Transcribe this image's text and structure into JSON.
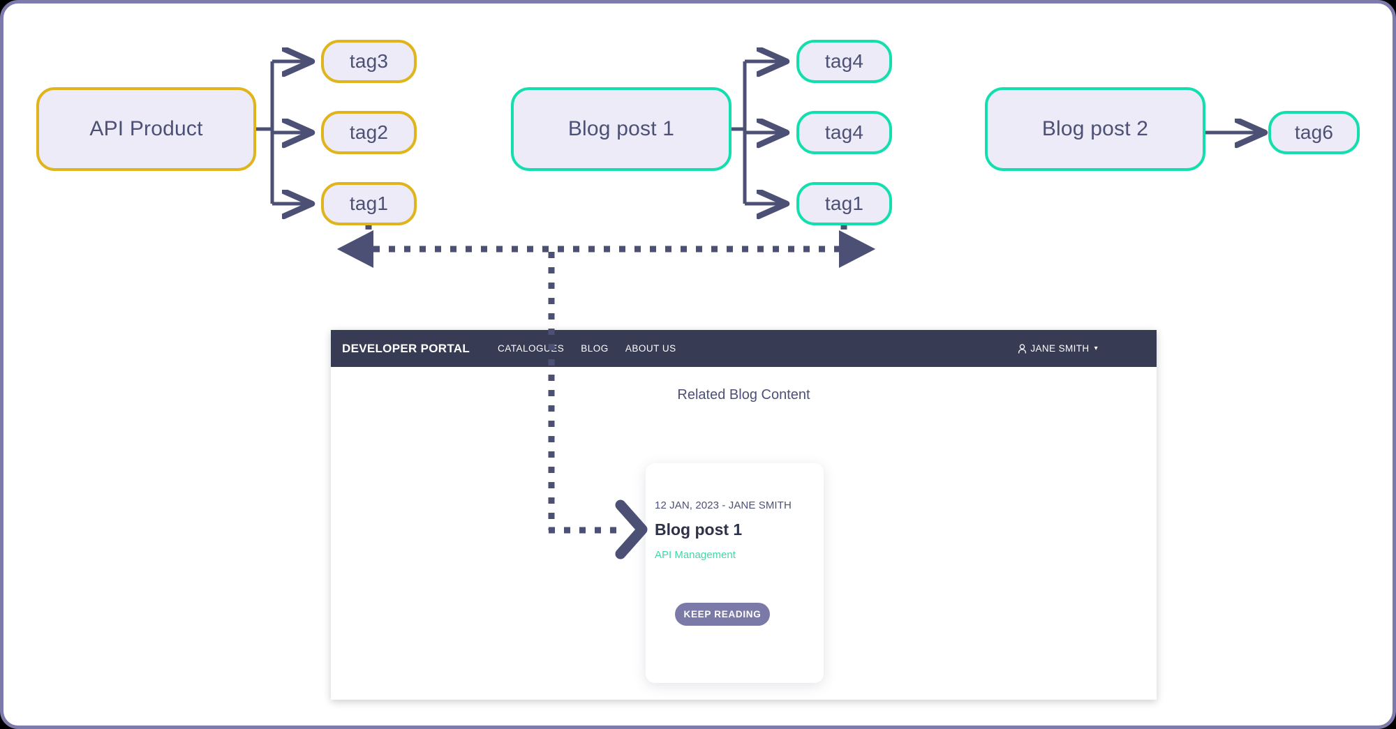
{
  "frame": {
    "accent_border": "#7d7bab",
    "background": "#ffffff"
  },
  "diagram": {
    "palette": {
      "yellow": "#e0b41c",
      "teal": "#13dfae",
      "node_fill": "#ecebf7",
      "node_text": "#4d5075",
      "connector": "#4d5075"
    },
    "groups": [
      {
        "id": "api-product-group",
        "source": {
          "label": "API Product",
          "accent": "yellow"
        },
        "tags": [
          {
            "label": "tag3",
            "accent": "yellow"
          },
          {
            "label": "tag2",
            "accent": "yellow"
          },
          {
            "label": "tag1",
            "accent": "yellow"
          }
        ]
      },
      {
        "id": "blog-post-1-group",
        "source": {
          "label": "Blog post 1",
          "accent": "teal"
        },
        "tags": [
          {
            "label": "tag4",
            "accent": "teal"
          },
          {
            "label": "tag4",
            "accent": "teal"
          },
          {
            "label": "tag1",
            "accent": "teal"
          }
        ]
      },
      {
        "id": "blog-post-2-group",
        "source": {
          "label": "Blog post 2",
          "accent": "teal"
        },
        "tags": [
          {
            "label": "tag6",
            "accent": "teal"
          }
        ]
      }
    ],
    "match_link": {
      "style": "dotted",
      "from": "tag1 (API Product)",
      "to": "tag1 (Blog post 1)",
      "leads_to": "related-blog-card"
    }
  },
  "portal": {
    "brand": "DEVELOPER PORTAL",
    "nav_items": [
      {
        "label": "CATALOGUES"
      },
      {
        "label": "BLOG"
      },
      {
        "label": "ABOUT US"
      }
    ],
    "user": {
      "name": "JANE SMITH",
      "icon": "person-icon",
      "caret": "▾"
    },
    "navbar_color": "#373b54",
    "content": {
      "heading": "Related Blog Content",
      "card": {
        "meta": "12 JAN, 2023 - JANE SMITH",
        "title": "Blog post 1",
        "tag": "API Management",
        "tag_color": "#3fd9a8",
        "button_label": "KEEP READING",
        "button_color": "#7b79a8"
      }
    }
  }
}
